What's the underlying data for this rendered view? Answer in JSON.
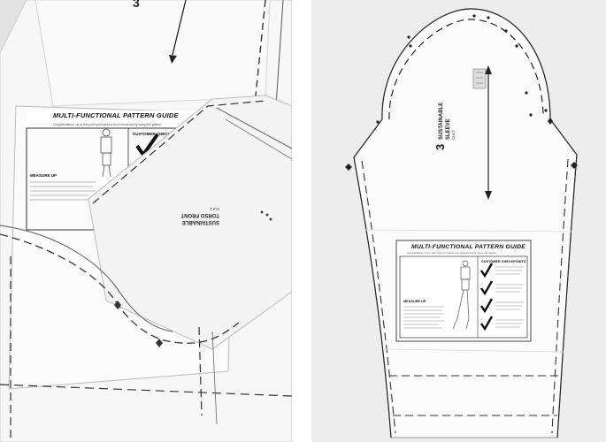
{
  "left_photo": {
    "guide_title": "MULTI-FUNCTIONAL PATTERN GUIDE",
    "guide_subtitle": "Congratulations, up to this point you saved a lot of resources by using this pattern",
    "column_header": "CUSTOMER CHECKPOINTS",
    "side_heading": "MEASURE UP",
    "piece_label_line1": "SUSTAINABLE",
    "piece_label_line2": "TORSO FRONT",
    "piece_label_line3": "Cut 1"
  },
  "right_photo": {
    "piece_number": "3",
    "piece_label_line1": "SUSTAINABLE",
    "piece_label_line2": "SLEEVE",
    "piece_label_line3": "Cut 2",
    "guide_title": "MULTI-FUNCTIONAL PATTERN GUIDE",
    "guide_subtitle": "Congratulations, up to this point you saved a lot of resources by using this pattern",
    "column_header": "CUSTOMER CHECKPOINTS",
    "side_heading": "MEASURE UP"
  }
}
